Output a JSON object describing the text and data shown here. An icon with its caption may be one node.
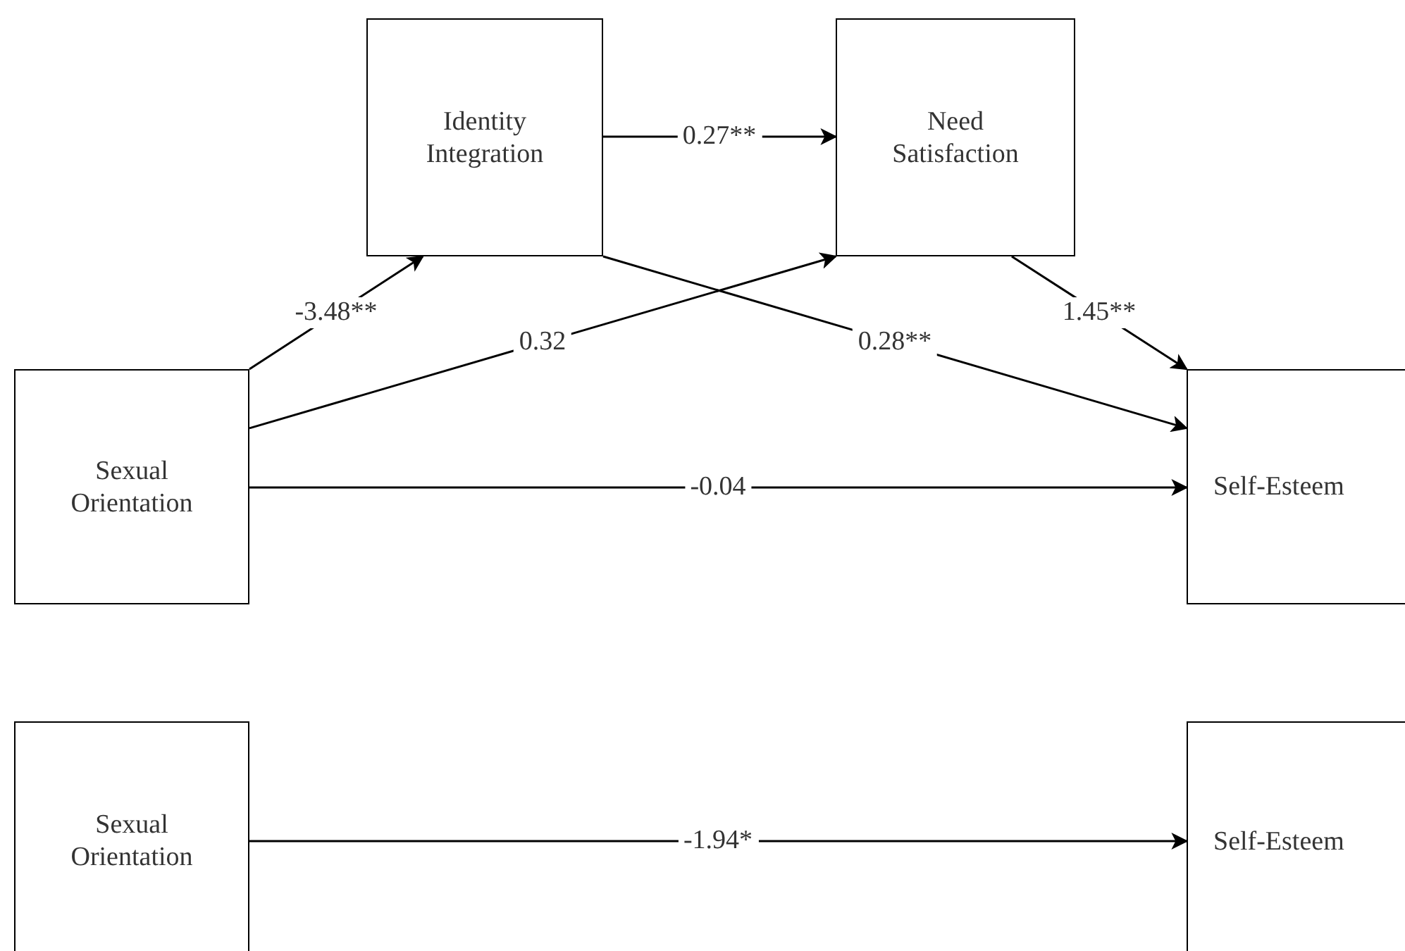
{
  "diagram": {
    "nodes": [
      {
        "text": [
          "Identity Integration"
        ]
      },
      {
        "text": [
          "Need Satisfaction"
        ]
      },
      {
        "text": [
          "Sexual Orientation"
        ]
      },
      {
        "text": [
          "Self-Esteem"
        ]
      },
      {
        "text": [
          "Sexual Orientation"
        ]
      },
      {
        "text": [
          "Self-Esteem"
        ]
      }
    ],
    "edges": [
      {
        "from": 2,
        "to": 0,
        "arrow": "to",
        "label": "-3.48**"
      },
      {
        "from": 2,
        "to": 1,
        "arrow": "to",
        "label": "0.32"
      },
      {
        "from": 0,
        "to": 1,
        "arrow": "to",
        "label": "0.27**"
      },
      {
        "from": 0,
        "to": 3,
        "arrow": "to",
        "label": "0.28**"
      },
      {
        "from": 1,
        "to": 3,
        "arrow": "to",
        "label": "1.45**"
      },
      {
        "from": 2,
        "to": 3,
        "arrow": "to",
        "label": "-0.04"
      },
      {
        "from": 4,
        "to": 5,
        "arrow": "to",
        "label": "-1.94*"
      }
    ]
  }
}
